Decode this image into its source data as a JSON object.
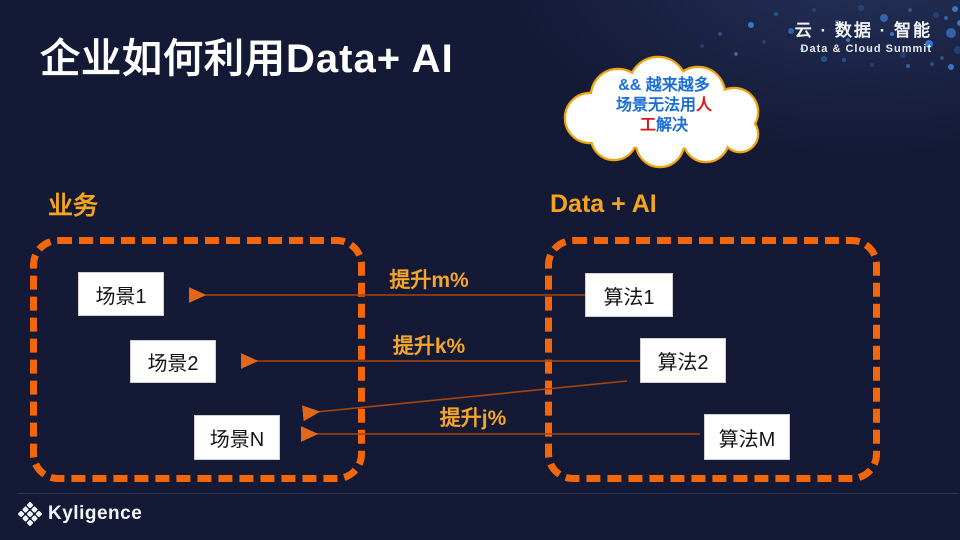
{
  "slide": {
    "title": "企业如何利用Data+ AI"
  },
  "header": {
    "brand_cn": "云 · 数据 · 智能",
    "brand_en": "Data & Cloud Summit"
  },
  "cloud": {
    "line1": "&& 越来越多",
    "line2_blue": "场景无法用",
    "line2_red": "人",
    "line3_red": "工",
    "line3_blue": "解决",
    "text_color": "#1b6ed6",
    "highlight_color": "#e01212",
    "outline_color": "#f0a50f",
    "fill_color": "#ffffff"
  },
  "diagram": {
    "left_group_label": "业务",
    "right_group_label": "Data + AI",
    "scenes": [
      "场景1",
      "场景2",
      "场景N"
    ],
    "algorithms": [
      "算法1",
      "算法2",
      "算法M"
    ],
    "arrow_labels": [
      "提升m%",
      "提升k%",
      "提升j%"
    ],
    "group_label_color": "#f5a41f",
    "dashed_border_color": "#f4660a",
    "arrow_line_color": "#a5460d",
    "arrow_head_color": "#e2661c",
    "arrow_label_color": "#f3a52c"
  },
  "footer": {
    "logo_text": "Kyligence"
  }
}
